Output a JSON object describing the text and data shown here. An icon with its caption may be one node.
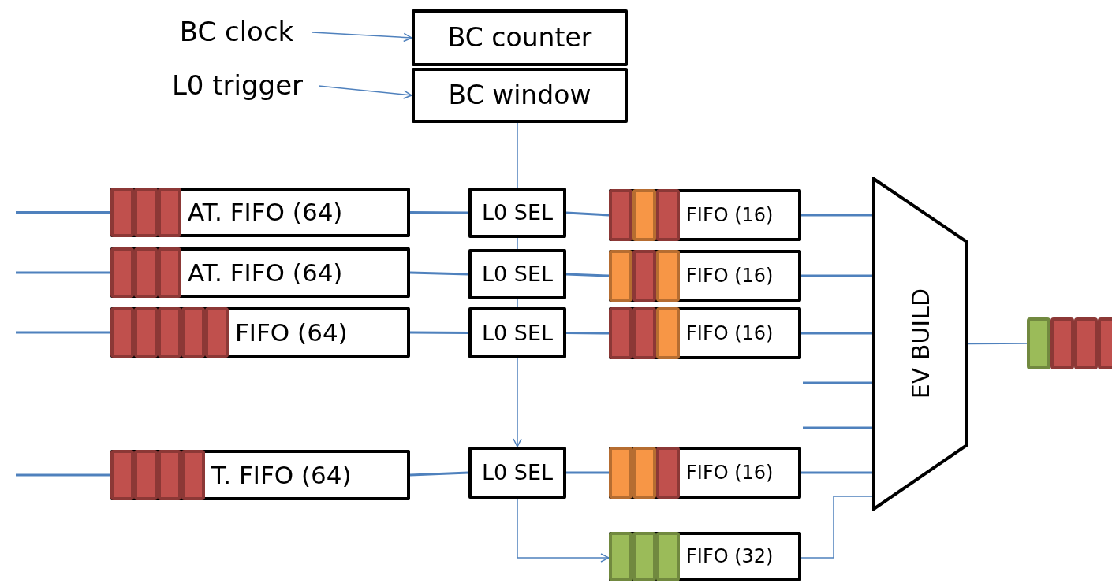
{
  "diagram": {
    "nodes": [
      {
        "text": [
          "BC clock"
        ]
      },
      {
        "text": [
          "L0 trigger"
        ]
      },
      {
        "text": [
          "BC counter"
        ]
      },
      {
        "text": [
          "BC window"
        ]
      },
      {
        "text": [
          "AT. FIFO (64)"
        ]
      },
      {
        "text": [
          "AT. FIFO (64)"
        ]
      },
      {
        "text": [
          "FIFO (64)"
        ]
      },
      {
        "text": [
          "T. FIFO (64)"
        ]
      },
      {
        "text": [
          "L0 SEL"
        ]
      },
      {
        "text": [
          "L0 SEL"
        ]
      },
      {
        "text": [
          "L0 SEL"
        ]
      },
      {
        "text": [
          "L0 SEL"
        ]
      },
      {
        "text": [
          "FIFO (16)"
        ]
      },
      {
        "text": [
          "FIFO (16)"
        ]
      },
      {
        "text": [
          "FIFO (16)"
        ]
      },
      {
        "text": [
          "FIFO (16)"
        ]
      },
      {
        "text": [
          "FIFO (32)"
        ]
      },
      {
        "text": [
          "EV BUILD"
        ]
      },
      {
        "text": [],
        "shape": "bar"
      }
    ],
    "edges": [
      {
        "from": 0,
        "to": 2,
        "arrow": "to"
      },
      {
        "from": 1,
        "to": 3,
        "arrow": "to"
      },
      {
        "from": 3,
        "to": 8,
        "arrow": "none"
      },
      {
        "from": 8,
        "to": 9,
        "arrow": "none"
      },
      {
        "from": 9,
        "to": 10,
        "arrow": "none"
      },
      {
        "from": 10,
        "to": 11,
        "arrow": "to"
      },
      {
        "from": null,
        "to": 4,
        "arrow": "none"
      },
      {
        "from": null,
        "to": 5,
        "arrow": "none"
      },
      {
        "from": null,
        "to": 6,
        "arrow": "none"
      },
      {
        "from": null,
        "to": 7,
        "arrow": "none"
      },
      {
        "from": 4,
        "to": 8,
        "arrow": "none"
      },
      {
        "from": 5,
        "to": 9,
        "arrow": "none"
      },
      {
        "from": 6,
        "to": 10,
        "arrow": "none"
      },
      {
        "from": 7,
        "to": 11,
        "arrow": "none"
      },
      {
        "from": 8,
        "to": 12,
        "arrow": "none"
      },
      {
        "from": 9,
        "to": 13,
        "arrow": "none"
      },
      {
        "from": 10,
        "to": 14,
        "arrow": "none"
      },
      {
        "from": 11,
        "to": 15,
        "arrow": "none"
      },
      {
        "from": 11,
        "to": 16,
        "arrow": "to"
      },
      {
        "from": 12,
        "to": 17,
        "arrow": "none"
      },
      {
        "from": 13,
        "to": 17,
        "arrow": "none"
      },
      {
        "from": 14,
        "to": 17,
        "arrow": "none"
      },
      {
        "from": null,
        "to": 17,
        "arrow": "none"
      },
      {
        "from": null,
        "to": 17,
        "arrow": "none"
      },
      {
        "from": 15,
        "to": 17,
        "arrow": "none"
      },
      {
        "from": 16,
        "to": 17,
        "arrow": "none"
      },
      {
        "from": 17,
        "to": 18,
        "arrow": "none"
      }
    ]
  }
}
